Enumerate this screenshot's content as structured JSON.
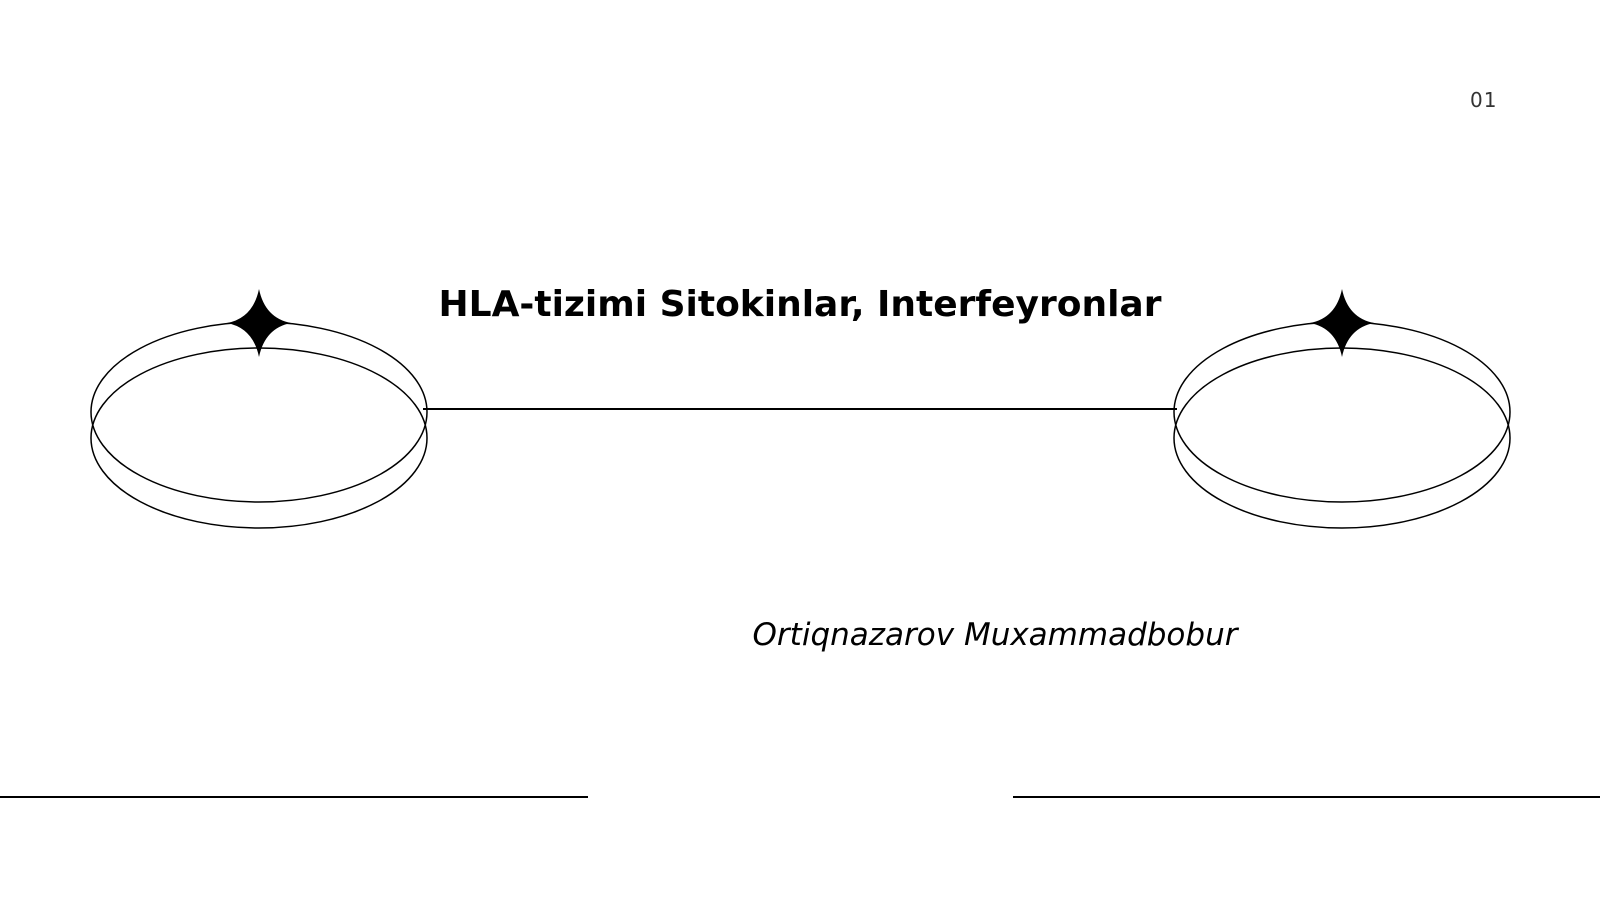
{
  "slide": {
    "page_number": "01",
    "title": "HLA-tizimi Sitokinlar, Interfeyronlar",
    "author": "Ortiqnazarov Muxammadbobur"
  },
  "decorations": {
    "icons": [
      "left-ring-icon",
      "left-sparkle-icon",
      "right-ring-icon",
      "right-sparkle-icon"
    ],
    "line_color": "#000000",
    "background_color": "#ffffff"
  }
}
